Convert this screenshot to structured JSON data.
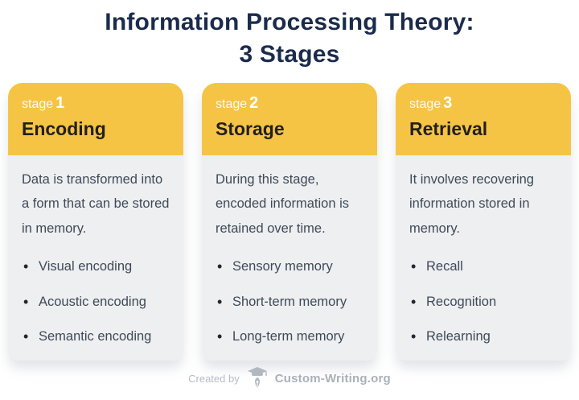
{
  "title": {
    "line1": "Information Processing Theory:",
    "line2": "3 Stages"
  },
  "colors": {
    "title_navy": "#1b2b4c",
    "header_yellow": "#f6c445",
    "card_body_gray": "#edeff1",
    "body_text": "#3f4a58",
    "header_title_text": "#22201d",
    "stage_label_white": "#ffffff",
    "footer_gray": "#aab1bb"
  },
  "stages": [
    {
      "stage_label": "stage",
      "stage_number": "1",
      "name": "Encoding",
      "description": "Data is transformed into a form that can be stored in memory.",
      "bullets": [
        "Visual encoding",
        "Acoustic encoding",
        "Semantic encoding"
      ]
    },
    {
      "stage_label": "stage",
      "stage_number": "2",
      "name": "Storage",
      "description": "During this stage, encoded information is retained over time.",
      "bullets": [
        "Sensory memory",
        "Short-term memory",
        "Long-term memory"
      ]
    },
    {
      "stage_label": "stage",
      "stage_number": "3",
      "name": "Retrieval",
      "description": "It involves recovering information stored in memory.",
      "bullets": [
        "Recall",
        "Recognition",
        "Relearning"
      ]
    }
  ],
  "footer": {
    "created_by": "Created by",
    "brand": "Custom-Writing.org",
    "logo_icon": "graduation-cap-pen-icon"
  }
}
